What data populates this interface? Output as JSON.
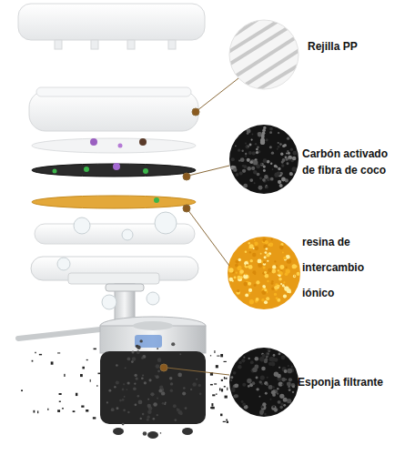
{
  "diagram": {
    "labels": [
      "Rejilla PP",
      "Carbón activado de fibra de coco",
      "resina de intercambio iónico",
      "Esponja filtrante"
    ]
  }
}
